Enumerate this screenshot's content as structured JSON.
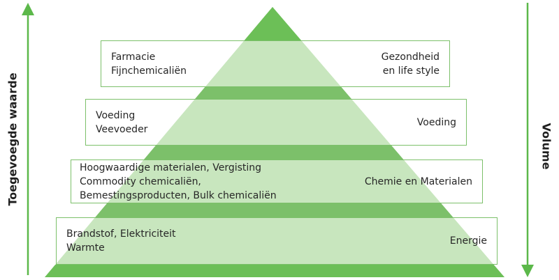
{
  "diagram": {
    "left_axis_label": "Toegevoegde waarde",
    "right_axis_label": "Volume",
    "colors": {
      "pyramid_fill": "#c8e6be",
      "pyramid_top": "#6cbf57",
      "band_dark": "#7cc06a",
      "arrow": "#5cb84a"
    },
    "bands": [
      {
        "left_lines": [
          "Farmacie",
          "Fijnchemicaliën"
        ],
        "right_lines": [
          "Gezondheid",
          "en life style"
        ]
      },
      {
        "left_lines": [
          "Voeding",
          "Veevoeder"
        ],
        "right_lines": [
          "Voeding"
        ]
      },
      {
        "left_lines": [
          "Hoogwaardige materialen, Vergisting",
          "Commodity chemicaliën,",
          "Bemestingsproducten, Bulk chemicaliën"
        ],
        "right_lines": [
          "Chemie en Materialen"
        ]
      },
      {
        "left_lines": [
          "Brandstof, Elektriciteit",
          "Warmte"
        ],
        "right_lines": [
          "Energie"
        ]
      }
    ]
  }
}
